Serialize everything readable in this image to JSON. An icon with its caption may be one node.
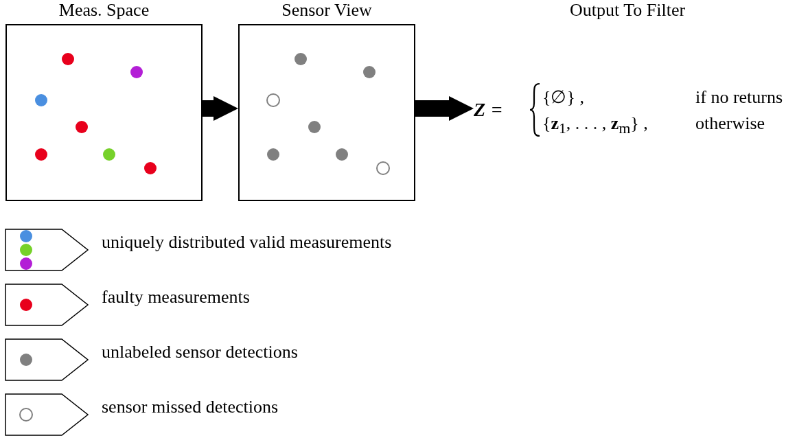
{
  "diagram": {
    "nodes": [
      {
        "text": [
          "Meas. Space"
        ]
      },
      {
        "text": [
          "Sensor View"
        ]
      },
      {
        "text": [
          "Output To Filter",
          "**Z** =",
          "{∅} ,",
          "if no returns",
          "{**z**$_{1}$, . . . , **z**$_{m}$} ,",
          "otherwise"
        ]
      }
    ],
    "edges": [
      {
        "from": 0,
        "to": 1,
        "arrow": "to"
      },
      {
        "from": 1,
        "to": 2,
        "arrow": "to"
      }
    ],
    "legend": [
      {
        "text": "uniquely distributed valid measurements"
      },
      {
        "text": "faulty measurements"
      },
      {
        "text": "unlabeled sensor detections"
      },
      {
        "text": "sensor missed detections"
      }
    ]
  }
}
